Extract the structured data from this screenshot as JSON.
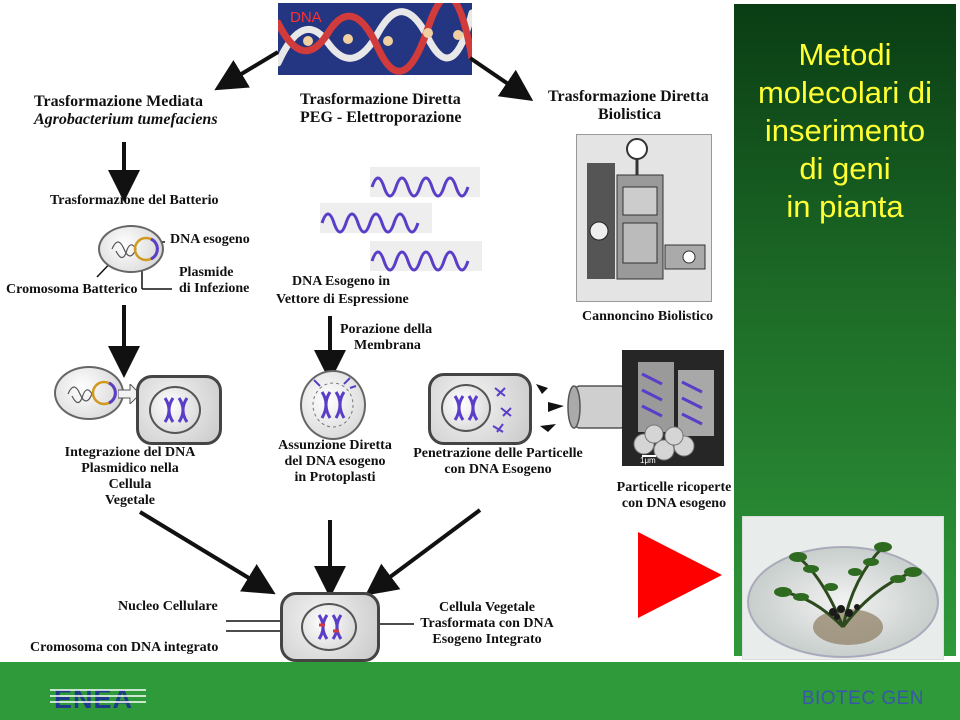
{
  "sidebar": {
    "title_lines": [
      "Metodi",
      "molecolari di",
      "inserimento",
      "di geni",
      "in pianta"
    ]
  },
  "banner": {
    "dna_label": "DNA"
  },
  "methods": {
    "agro_title": "Trasformazione Mediata",
    "agro_subtitle": "Agrobacterium tumefaciens",
    "peg_title": "Trasformazione Diretta",
    "peg_subtitle": "PEG - Elettroporazione",
    "bio_title": "Trasformazione Diretta",
    "bio_subtitle": "Biolistica"
  },
  "labels": {
    "batterio": "Trasformazione del Batterio",
    "dna_esogeno": "DNA esogeno",
    "plasmide_1": "Plasmide",
    "plasmide_2": "di Infezione",
    "cromosoma_batterico": "Cromosoma Batterico",
    "vettore_1": "DNA Esogeno in",
    "vettore_2": "Vettore di Espressione",
    "porazione_1": "Porazione della",
    "porazione_2": "Membrana",
    "cannoncino": "Cannoncino Biolistico",
    "scale": "1μm",
    "particelle_1": "Particelle ricoperte",
    "particelle_2": "con DNA esogeno",
    "integrazione_1": "Integrazione del DNA",
    "integrazione_2": "Plasmidico nella Cellula",
    "integrazione_3": "Vegetale",
    "assunzione_1": "Assunzione Diretta",
    "assunzione_2": "del DNA esogeno",
    "assunzione_3": "in Protoplasti",
    "penetrazione_1": "Penetrazione delle Particelle",
    "penetrazione_2": "con DNA Esogeno",
    "nucleo": "Nucleo Cellulare",
    "cromosoma_integrato": "Cromosoma con DNA integrato",
    "trasformata_1": "Cellula Vegetale",
    "trasformata_2": "Trasformata con DNA",
    "trasformata_3": "Esogeno Integrato"
  },
  "footer": {
    "logo_text": "ENEA",
    "brand": "BIOTEC GEN"
  },
  "colors": {
    "sidebar_dark": "#0a3d14",
    "sidebar_light": "#2f9a3a",
    "title_yellow": "#ffff33",
    "play_red": "#ff0000",
    "chromosome_blue": "#5a3ec8",
    "footer_text": "#3a56a8"
  }
}
